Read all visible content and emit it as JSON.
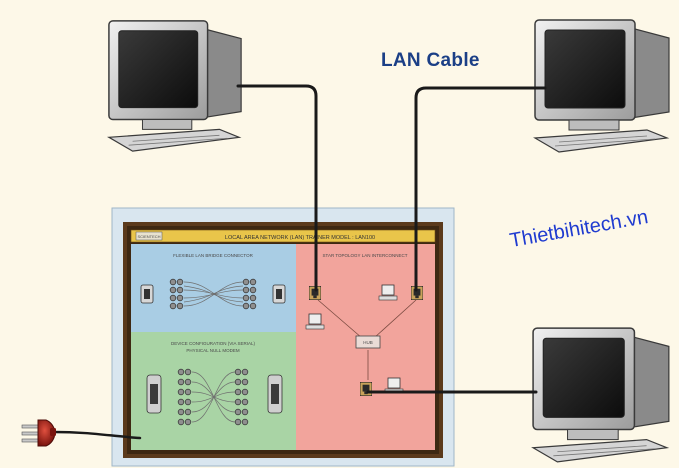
{
  "labels": {
    "cable": "LAN Cable",
    "watermark": "Thietbihitech.vn",
    "trainer_title": "LOCAL AREA NETWORK (LAN) TRAINER  MODEL : LAN100",
    "brand_badge": "SCIENTECH",
    "panel_top_left": "FLEXIBLE LAN BRIDGE CONNECTOR",
    "panel_bottom_left_1": "DEVICE CONFIGURATION (VIA SERIAL)",
    "panel_bottom_left_2": "PHYSICAL NULL MODEM",
    "panel_right": "STAR TOPOLOGY LAN INTERCONNECT",
    "hub": "HUB"
  },
  "colors": {
    "background": "#fdf8e8",
    "cable": "#1a1a1a",
    "label": "#1b3f86",
    "watermark": "#1f3bd0",
    "panel_blue": "#a9cde4",
    "panel_green": "#a9d4a5",
    "panel_red": "#f2a49c",
    "trainer_frame": "#5b3a1c",
    "plug": "#b3211a"
  },
  "icons": [
    "monitor-icon",
    "power-plug-icon",
    "rj45-port-icon",
    "computer-icon",
    "hub-icon"
  ]
}
